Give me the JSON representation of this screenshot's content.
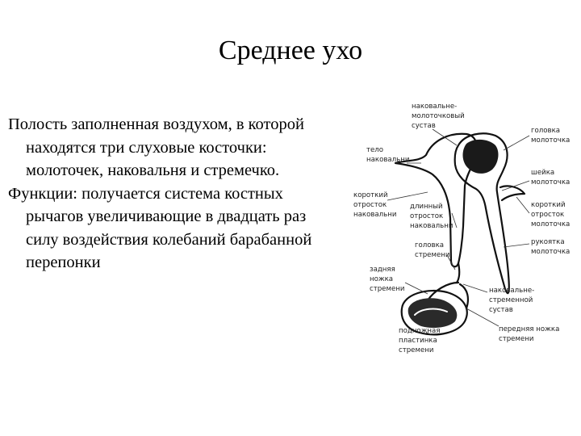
{
  "slide": {
    "title": "Среднее ухо",
    "paragraphs": [
      "Полость заполненная воздухом, в которой находятся три слуховые косточки: молоточек, наковальня и стремечко.",
      "Функции: получается система костных рычагов увеличивающие в двадцать раз силу воздействия колебаний барабанной перепонки"
    ]
  },
  "figure": {
    "labels": {
      "incudomalleolar_joint": [
        "наковальне-",
        "молоточковый",
        "сустав"
      ],
      "malleus_head": [
        "головка",
        "молоточка"
      ],
      "incus_body": [
        "тело",
        "наковальни"
      ],
      "malleus_neck": [
        "шейка",
        "молоточка"
      ],
      "incus_short_process": [
        "короткий",
        "отросток",
        "наковальни"
      ],
      "incus_long_process": [
        "длинный",
        "отросток",
        "наковальни"
      ],
      "malleus_short_process": [
        "короткий",
        "отросток",
        "молоточка"
      ],
      "stapes_head": [
        "головка",
        "стремени"
      ],
      "malleus_handle": [
        "рукоятка",
        "молоточка"
      ],
      "stapes_posterior_crus": [
        "задняя",
        "ножка",
        "стремени"
      ],
      "incudostapedial_joint": [
        "наковальне-",
        "стременной",
        "сустав"
      ],
      "stapes_footplate": [
        "подножная",
        "пластинка",
        "стремени"
      ],
      "stapes_anterior_crus": [
        "передняя ножка",
        "стремени"
      ]
    }
  }
}
